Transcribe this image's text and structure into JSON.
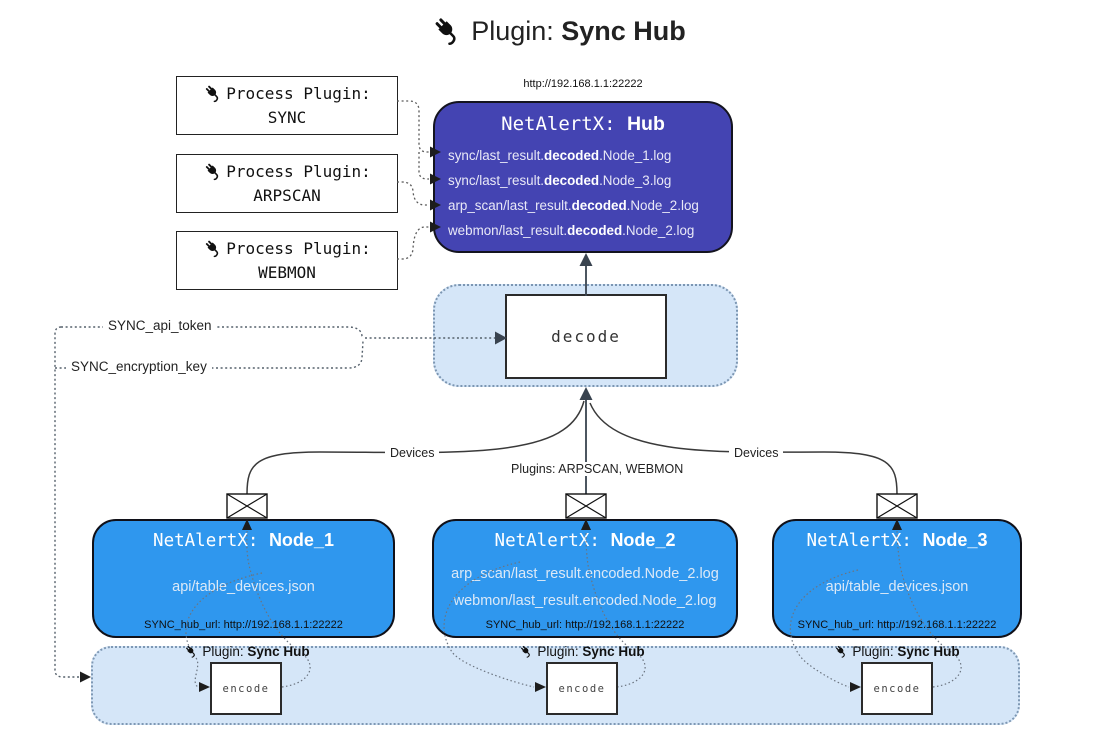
{
  "title": {
    "prefix": "Plugin:",
    "bold": "Sync Hub"
  },
  "process_plugins": [
    {
      "label": "Process Plugin:",
      "name": "SYNC"
    },
    {
      "label": "Process Plugin:",
      "name": "ARPSCAN"
    },
    {
      "label": "Process Plugin:",
      "name": "WEBMON"
    }
  ],
  "hub": {
    "url": "http://192.168.1.1:22222",
    "title_prefix": "NetAlertX: ",
    "title_bold": "Hub",
    "logs": [
      {
        "pre": "sync/last_result.",
        "bold": "decoded",
        "post": ".Node_1.log"
      },
      {
        "pre": "sync/last_result.",
        "bold": "decoded",
        "post": ".Node_3.log"
      },
      {
        "pre": "arp_scan/last_result.",
        "bold": "decoded",
        "post": ".Node_2.log"
      },
      {
        "pre": "webmon/last_result.",
        "bold": "decoded",
        "post": ".Node_2.log"
      }
    ]
  },
  "decode": {
    "label": "decode"
  },
  "config": {
    "api_token": "SYNC_api_token",
    "encryption_key": "SYNC_encryption_key"
  },
  "edges": {
    "left": "Devices",
    "center": "Plugins: ARPSCAN, WEBMON",
    "right": "Devices"
  },
  "nodes": [
    {
      "title_prefix": "NetAlertX: ",
      "title_bold": "Node_1",
      "lines": [
        "api/table_devices.json"
      ],
      "footer": "SYNC_hub_url: http://192.168.1.1:22222"
    },
    {
      "title_prefix": "NetAlertX: ",
      "title_bold": "Node_2",
      "lines": [
        "arp_scan/last_result.encoded.Node_2.log",
        "webmon/last_result.encoded.Node_2.log"
      ],
      "footer": "SYNC_hub_url: http://192.168.1.1:22222"
    },
    {
      "title_prefix": "NetAlertX: ",
      "title_bold": "Node_3",
      "lines": [
        "api/table_devices.json"
      ],
      "footer": "SYNC_hub_url: http://192.168.1.1:22222"
    }
  ],
  "encoders": [
    {
      "label_prefix": "Plugin:",
      "label_bold": "Sync Hub",
      "box": "encode"
    },
    {
      "label_prefix": "Plugin:",
      "label_bold": "Sync Hub",
      "box": "encode"
    },
    {
      "label_prefix": "Plugin:",
      "label_bold": "Sync Hub",
      "box": "encode"
    }
  ],
  "icons": {
    "plug": "plug-icon",
    "envelope": "envelope-icon"
  },
  "colors": {
    "hub": "#4444B2",
    "node": "#2F97EE",
    "panel": "#D5E6F8",
    "panel_border": "#7C96B2",
    "line": "#3a3a3a",
    "arrow": "#1d1d1d"
  }
}
